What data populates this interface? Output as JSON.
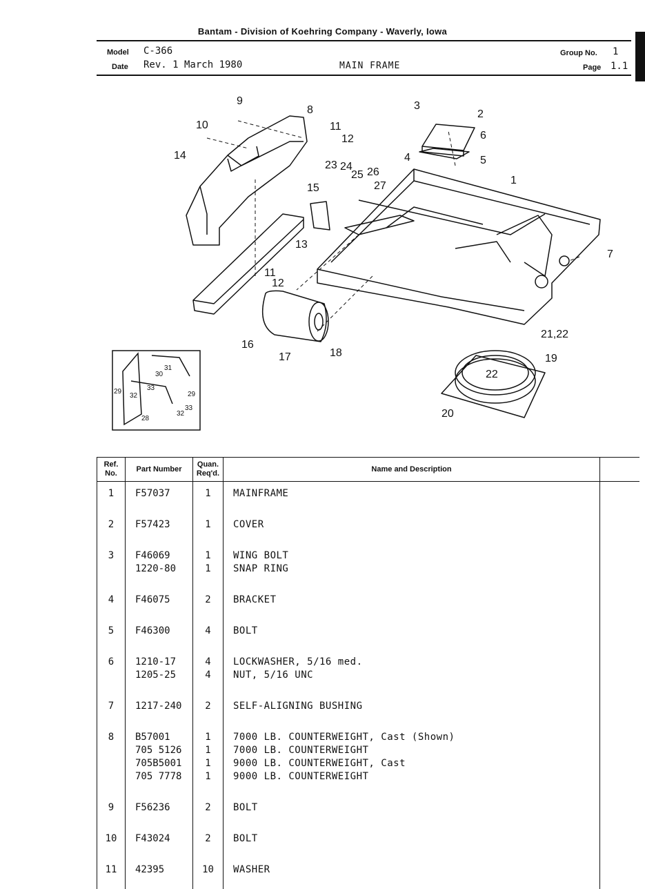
{
  "header": {
    "company": "Bantam  -  Division of Koehring Company  -  Waverly, Iowa",
    "model_label": "Model",
    "model_value": "C-366",
    "date_label": "Date",
    "date_value": "Rev. 1 March 1980",
    "section_title": "MAIN FRAME",
    "group_label": "Group No.",
    "group_value": "1",
    "page_label": "Page",
    "page_value": "1.1"
  },
  "diagram": {
    "callouts": [
      "1",
      "2",
      "3",
      "4",
      "5",
      "6",
      "7",
      "8",
      "9",
      "10",
      "11",
      "12",
      "13",
      "14",
      "15",
      "16",
      "17",
      "18",
      "19",
      "20",
      "21,22",
      "22",
      "23",
      "24",
      "25",
      "26",
      "27",
      "11",
      "12"
    ],
    "inset_callouts": [
      "28",
      "29",
      "29",
      "30",
      "31",
      "32",
      "32",
      "33",
      "33"
    ]
  },
  "table": {
    "headers": {
      "ref": "Ref. No.",
      "part": "Part Number",
      "qty": "Quan. Req'd.",
      "desc": "Name and Description"
    },
    "rows": [
      {
        "ref": "1",
        "lines": [
          {
            "part": "F57037",
            "qty": "1",
            "desc": "MAINFRAME"
          }
        ]
      },
      {
        "ref": "2",
        "lines": [
          {
            "part": "F57423",
            "qty": "1",
            "desc": "COVER"
          }
        ]
      },
      {
        "ref": "3",
        "lines": [
          {
            "part": "F46069",
            "qty": "1",
            "desc": "WING BOLT"
          },
          {
            "part": "1220-80",
            "qty": "1",
            "desc": "SNAP RING"
          }
        ]
      },
      {
        "ref": "4",
        "lines": [
          {
            "part": "F46075",
            "qty": "2",
            "desc": "BRACKET"
          }
        ]
      },
      {
        "ref": "5",
        "lines": [
          {
            "part": "F46300",
            "qty": "4",
            "desc": "BOLT"
          }
        ]
      },
      {
        "ref": "6",
        "lines": [
          {
            "part": "1210-17",
            "qty": "4",
            "desc": "LOCKWASHER, 5/16 med."
          },
          {
            "part": "1205-25",
            "qty": "4",
            "desc": "NUT, 5/16 UNC"
          }
        ]
      },
      {
        "ref": "7",
        "lines": [
          {
            "part": "1217-240",
            "qty": "2",
            "desc": "SELF-ALIGNING BUSHING"
          }
        ]
      },
      {
        "ref": "8",
        "lines": [
          {
            "part": "B57001",
            "qty": "1",
            "desc": "7000 LB. COUNTERWEIGHT, Cast (Shown)"
          },
          {
            "part": "705 5126",
            "qty": "1",
            "desc": "7000 LB. COUNTERWEIGHT"
          },
          {
            "part": "705B5001",
            "qty": "1",
            "desc": "9000 LB. COUNTERWEIGHT, Cast"
          },
          {
            "part": "705 7778",
            "qty": "1",
            "desc": "9000 LB. COUNTERWEIGHT"
          }
        ]
      },
      {
        "ref": "9",
        "lines": [
          {
            "part": "F56236",
            "qty": "2",
            "desc": "BOLT"
          }
        ]
      },
      {
        "ref": "10",
        "lines": [
          {
            "part": "F43024",
            "qty": "2",
            "desc": "BOLT"
          }
        ]
      },
      {
        "ref": "11",
        "lines": [
          {
            "part": "42395",
            "qty": "10",
            "desc": "WASHER"
          }
        ]
      }
    ]
  }
}
